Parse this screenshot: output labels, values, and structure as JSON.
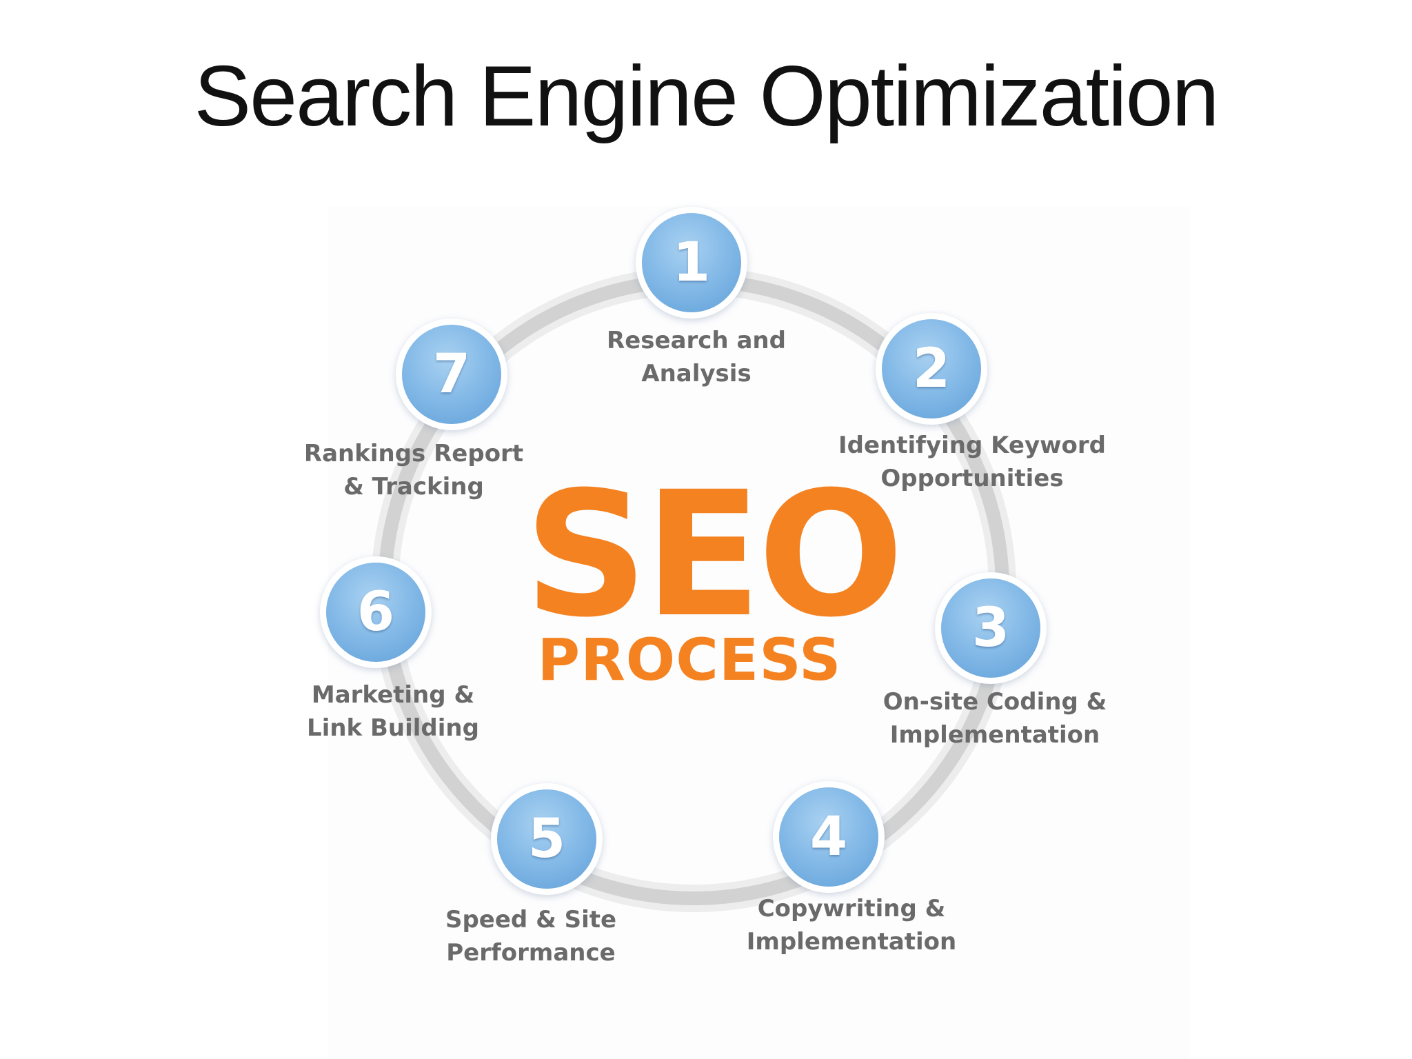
{
  "title": "Search Engine Optimization",
  "center": {
    "main_text": "SEO",
    "sub_text": "PROCESS"
  },
  "colors": {
    "accent_orange": "#f58220",
    "node_blue": "#86bbe8",
    "ring_gray": "#d4d4d4",
    "label_gray": "#6a6a6a"
  },
  "steps": [
    {
      "number": "1",
      "label_lines": [
        "Research and",
        "Analysis"
      ]
    },
    {
      "number": "2",
      "label_lines": [
        "Identifying Keyword",
        "Opportunities"
      ]
    },
    {
      "number": "3",
      "label_lines": [
        "On-site Coding &",
        "Implementation"
      ]
    },
    {
      "number": "4",
      "label_lines": [
        "Copywriting &",
        "Implementation"
      ]
    },
    {
      "number": "5",
      "label_lines": [
        "Speed & Site",
        "Performance"
      ]
    },
    {
      "number": "6",
      "label_lines": [
        "Marketing &",
        "Link Building"
      ]
    },
    {
      "number": "7",
      "label_lines": [
        "Rankings Report",
        "& Tracking"
      ]
    }
  ]
}
